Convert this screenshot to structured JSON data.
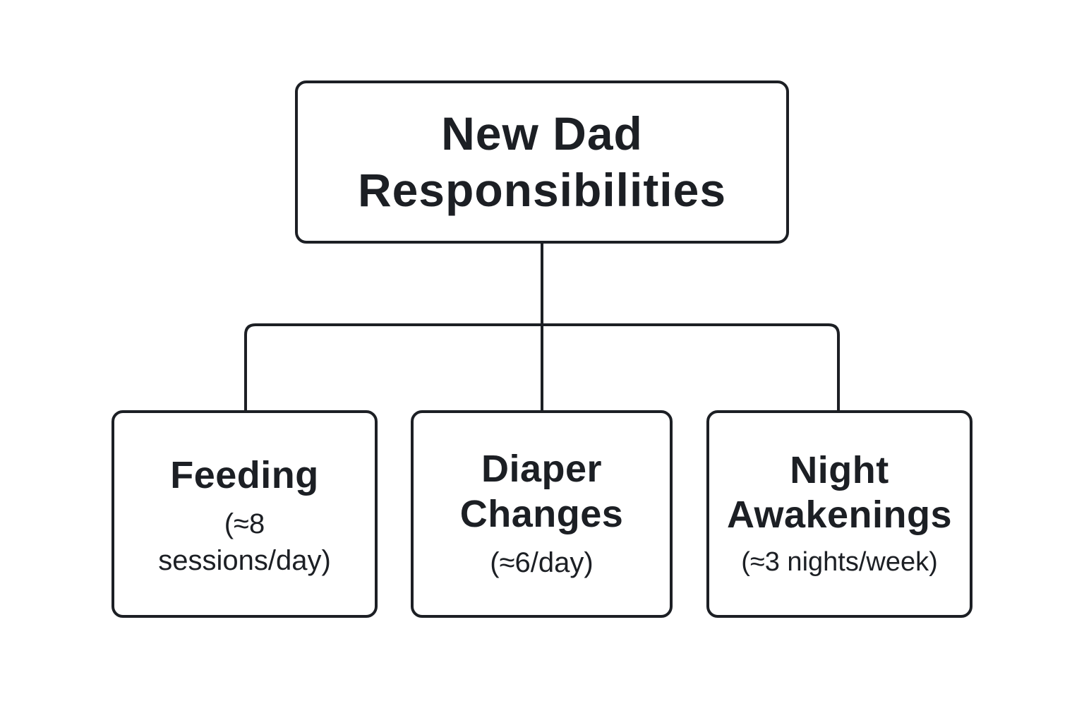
{
  "diagram": {
    "root": {
      "title": "New Dad Responsibilities"
    },
    "children": [
      {
        "title": "Feeding",
        "detail": "(≈8\nsessions/day)"
      },
      {
        "title": "Diaper Changes",
        "detail": "(≈6/day)"
      },
      {
        "title": "Night Awakenings",
        "detail": "(≈3 nights/week)"
      }
    ]
  },
  "colors": {
    "stroke": "#1c1f24",
    "background": "#ffffff"
  }
}
